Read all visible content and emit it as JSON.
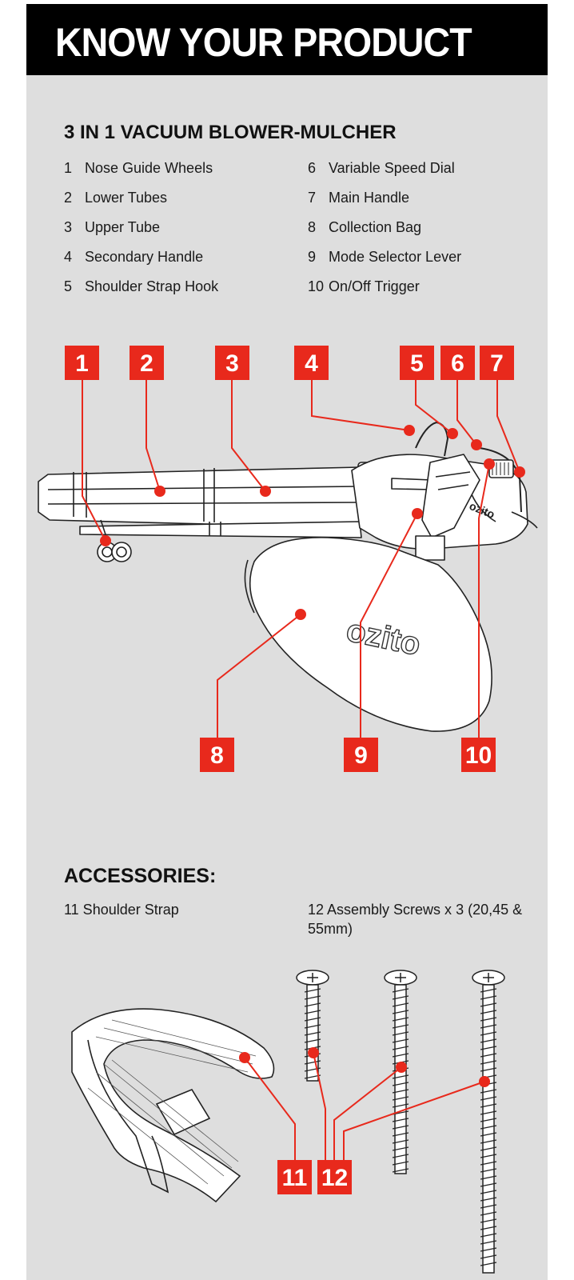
{
  "header": {
    "title": "KNOW YOUR PRODUCT"
  },
  "product": {
    "title": "3 IN 1 VACUUM BLOWER-MULCHER",
    "parts_left": [
      {
        "num": "1",
        "label": "Nose Guide Wheels"
      },
      {
        "num": "2",
        "label": "Lower Tubes"
      },
      {
        "num": "3",
        "label": "Upper Tube"
      },
      {
        "num": "4",
        "label": "Secondary Handle"
      },
      {
        "num": "5",
        "label": "Shoulder Strap Hook"
      }
    ],
    "parts_right": [
      {
        "num": "6",
        "label": "Variable Speed Dial"
      },
      {
        "num": "7",
        "label": "Main Handle"
      },
      {
        "num": "8",
        "label": "Collection Bag"
      },
      {
        "num": "9",
        "label": "Mode Selector Lever"
      },
      {
        "num": "10",
        "label": "On/Off Trigger"
      }
    ],
    "brand": "ozito",
    "callouts": [
      "1",
      "2",
      "3",
      "4",
      "5",
      "6",
      "7",
      "8",
      "9",
      "10"
    ]
  },
  "accessories": {
    "title": "ACCESSORIES:",
    "item_11": "11 Shoulder Strap",
    "item_12": "12 Assembly Screws x 3 (20,45 & 55mm)",
    "callouts": [
      "11",
      "12"
    ]
  },
  "colors": {
    "accent": "#e8291c",
    "header_bg": "#000000",
    "panel_bg": "#dedede"
  }
}
